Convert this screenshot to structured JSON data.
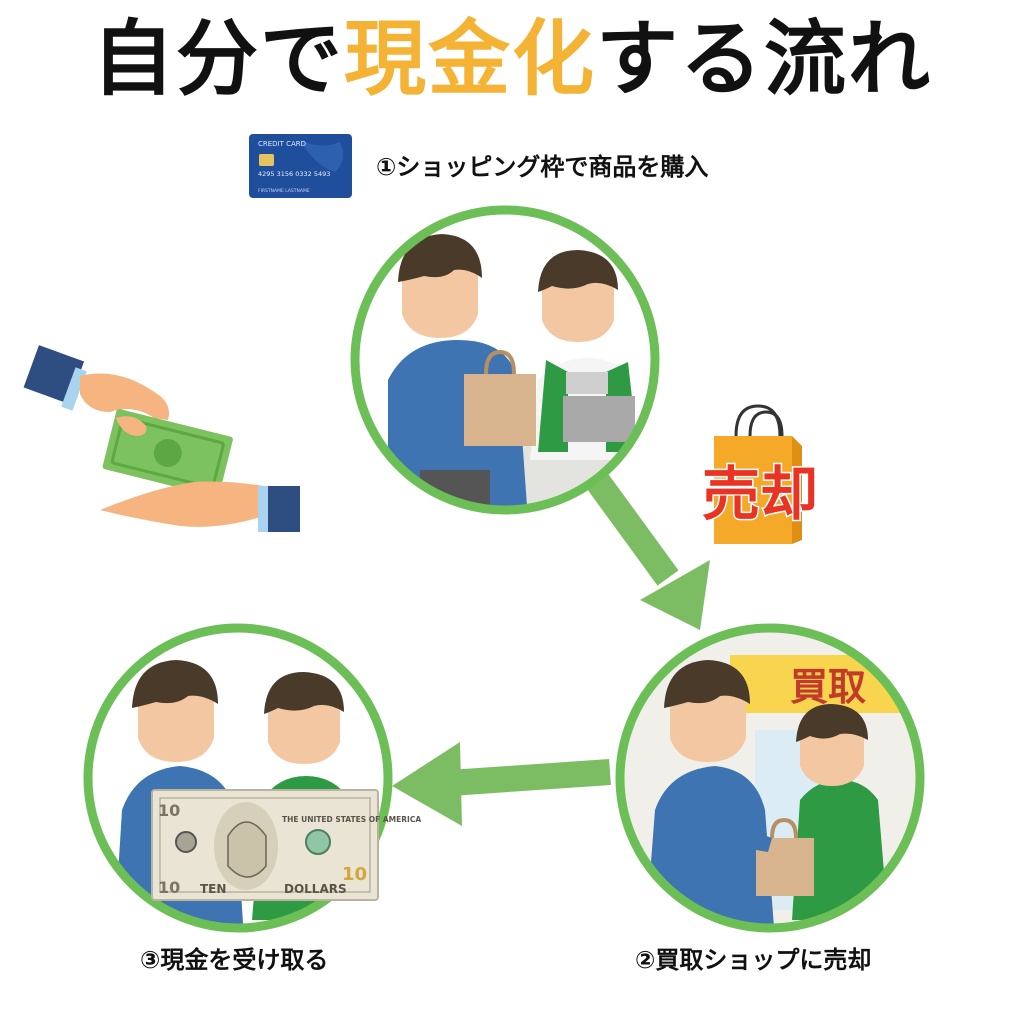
{
  "title": {
    "part1": "自分で",
    "part2": "現金化",
    "part3": "する流れ"
  },
  "steps": [
    {
      "label": "①ショッピング枠で商品を購入"
    },
    {
      "label": "②買取ショップに売却"
    },
    {
      "label": "③現金を受け取る"
    }
  ],
  "card": {
    "title": "CREDIT CARD",
    "number": "4295 3156 0332 5493",
    "name": "FIRSTNAME LASTNAME"
  },
  "sell_badge": "売却",
  "shop_sign": "買取",
  "banknote": {
    "corner": "10",
    "header": "THE UNITED STATES OF AMERICA",
    "left_word": "TEN",
    "right_word": "DOLLARS"
  },
  "colors": {
    "accent": "#f5b335",
    "circle": "#6cbf57",
    "arrow": "#7cbd64",
    "sell": "#ea3323"
  }
}
